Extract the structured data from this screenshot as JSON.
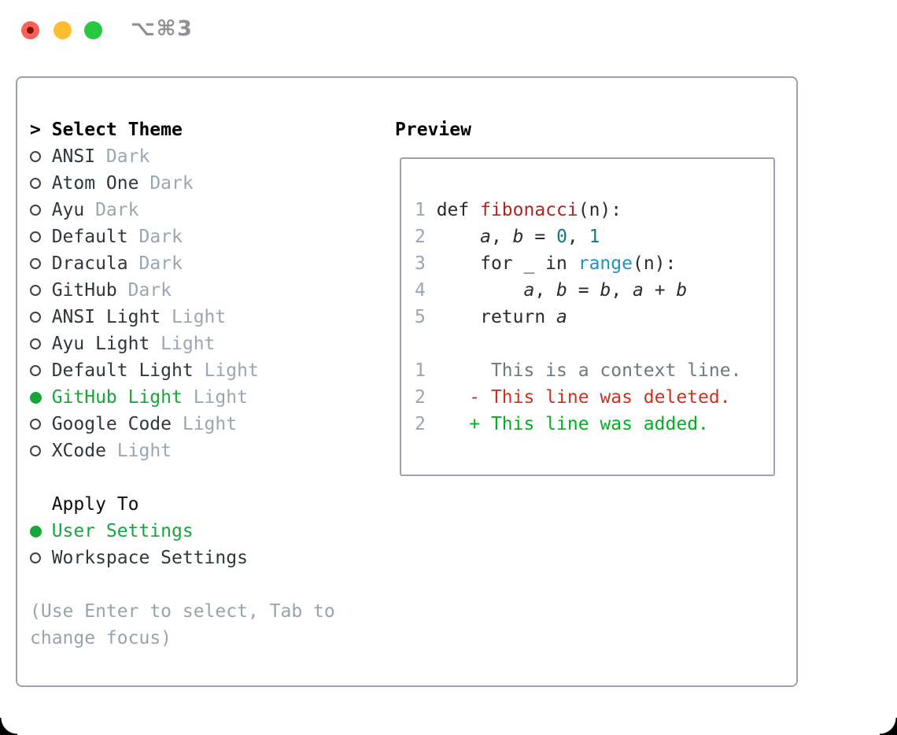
{
  "titlebar": {
    "title": "⌥⌘3"
  },
  "colors": {
    "border": "#99a2ae",
    "green": "#17a53c",
    "tname": "#2f363d",
    "muted": "#9ba6b3",
    "hint": "#99a3b0",
    "code": "#262c31",
    "ln": "#9aa5b1",
    "fn": "#b3231f",
    "num": "#0d7c80",
    "blue": "#1e91c8",
    "ctx": "#6f7983",
    "del": "#cc3124",
    "add": "#00b01f",
    "traffic_red": "#fe5f57",
    "traffic_yellow": "#febc2e",
    "traffic_green": "#28c840"
  },
  "left": {
    "header_prefix": ">",
    "header": "Select Theme",
    "themes": [
      {
        "name": "ANSI",
        "variant": "Dark",
        "selected": false
      },
      {
        "name": "Atom One",
        "variant": "Dark",
        "selected": false
      },
      {
        "name": "Ayu",
        "variant": "Dark",
        "selected": false
      },
      {
        "name": "Default",
        "variant": "Dark",
        "selected": false
      },
      {
        "name": "Dracula",
        "variant": "Dark",
        "selected": false
      },
      {
        "name": "GitHub",
        "variant": "Dark",
        "selected": false
      },
      {
        "name": "ANSI Light",
        "variant": "Light",
        "selected": false
      },
      {
        "name": "Ayu Light",
        "variant": "Light",
        "selected": false
      },
      {
        "name": "Default Light",
        "variant": "Light",
        "selected": false
      },
      {
        "name": "GitHub Light",
        "variant": "Light",
        "selected": true
      },
      {
        "name": "Google Code",
        "variant": "Light",
        "selected": false
      },
      {
        "name": "XCode",
        "variant": "Light",
        "selected": false
      }
    ],
    "apply_to": {
      "header": "Apply To",
      "options": [
        {
          "label": "User Settings",
          "selected": true
        },
        {
          "label": "Workspace Settings",
          "selected": false
        }
      ]
    },
    "hint_lines": [
      "(Use Enter to select, Tab to",
      "change focus)"
    ]
  },
  "preview": {
    "label": "Preview",
    "code_lines": [
      {
        "num": "1",
        "tokens": [
          [
            "p",
            "def "
          ],
          [
            "fn",
            "fibonacci"
          ],
          [
            "p",
            "(n):"
          ]
        ]
      },
      {
        "num": "2",
        "tokens": [
          [
            "p",
            "    "
          ],
          [
            "v",
            "a"
          ],
          [
            "p",
            ", "
          ],
          [
            "v",
            "b"
          ],
          [
            "p",
            " = "
          ],
          [
            "n",
            "0"
          ],
          [
            "p",
            ", "
          ],
          [
            "n",
            "1"
          ]
        ]
      },
      {
        "num": "3",
        "tokens": [
          [
            "p",
            "    for _ in "
          ],
          [
            "b",
            "range"
          ],
          [
            "p",
            "(n):"
          ]
        ]
      },
      {
        "num": "4",
        "tokens": [
          [
            "p",
            "        "
          ],
          [
            "v",
            "a"
          ],
          [
            "p",
            ", "
          ],
          [
            "v",
            "b"
          ],
          [
            "p",
            " = "
          ],
          [
            "v",
            "b"
          ],
          [
            "p",
            ", "
          ],
          [
            "v",
            "a"
          ],
          [
            "p",
            " + "
          ],
          [
            "v",
            "b"
          ]
        ]
      },
      {
        "num": "5",
        "tokens": [
          [
            "p",
            "    return "
          ],
          [
            "v",
            "a"
          ]
        ]
      },
      {
        "num": "",
        "tokens": []
      },
      {
        "num": "1",
        "tokens": [
          [
            "ctx",
            "     This is a context line."
          ]
        ]
      },
      {
        "num": "2",
        "tokens": [
          [
            "del",
            "   - This line was deleted."
          ]
        ]
      },
      {
        "num": "2",
        "tokens": [
          [
            "add",
            "   + This line was added."
          ]
        ]
      }
    ]
  }
}
